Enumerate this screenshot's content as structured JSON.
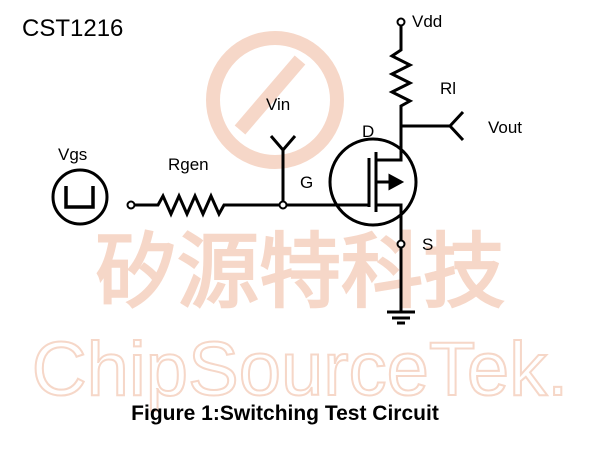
{
  "part_number": "CST1216",
  "caption": "Figure 1:Switching Test Circuit",
  "labels": {
    "vgs": "Vgs",
    "rgen": "Rgen",
    "vin": "Vin",
    "gate": "G",
    "drain": "D",
    "source": "S",
    "vdd": "Vdd",
    "rl": "Rl",
    "vout": "Vout"
  },
  "watermark": {
    "chinese": "矽源特科技",
    "english": "ChipSourceTek."
  },
  "colors": {
    "line": "#000000",
    "watermark": "#f6d7c8"
  }
}
